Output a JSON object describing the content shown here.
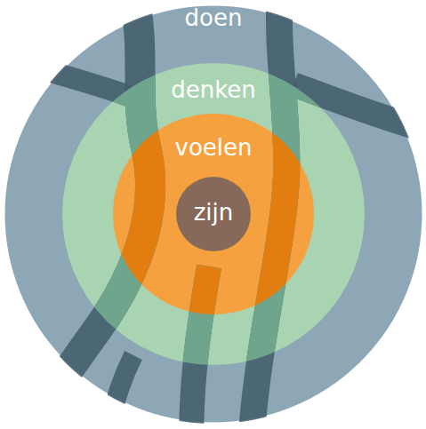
{
  "diagram": {
    "nodes": [
      {
        "text": [
          "doen"
        ]
      },
      {
        "text": [
          "denken"
        ],
        "in": 0
      },
      {
        "text": [
          "voelen"
        ],
        "in": 1
      },
      {
        "text": [
          "zijn"
        ],
        "in": 2
      }
    ]
  }
}
